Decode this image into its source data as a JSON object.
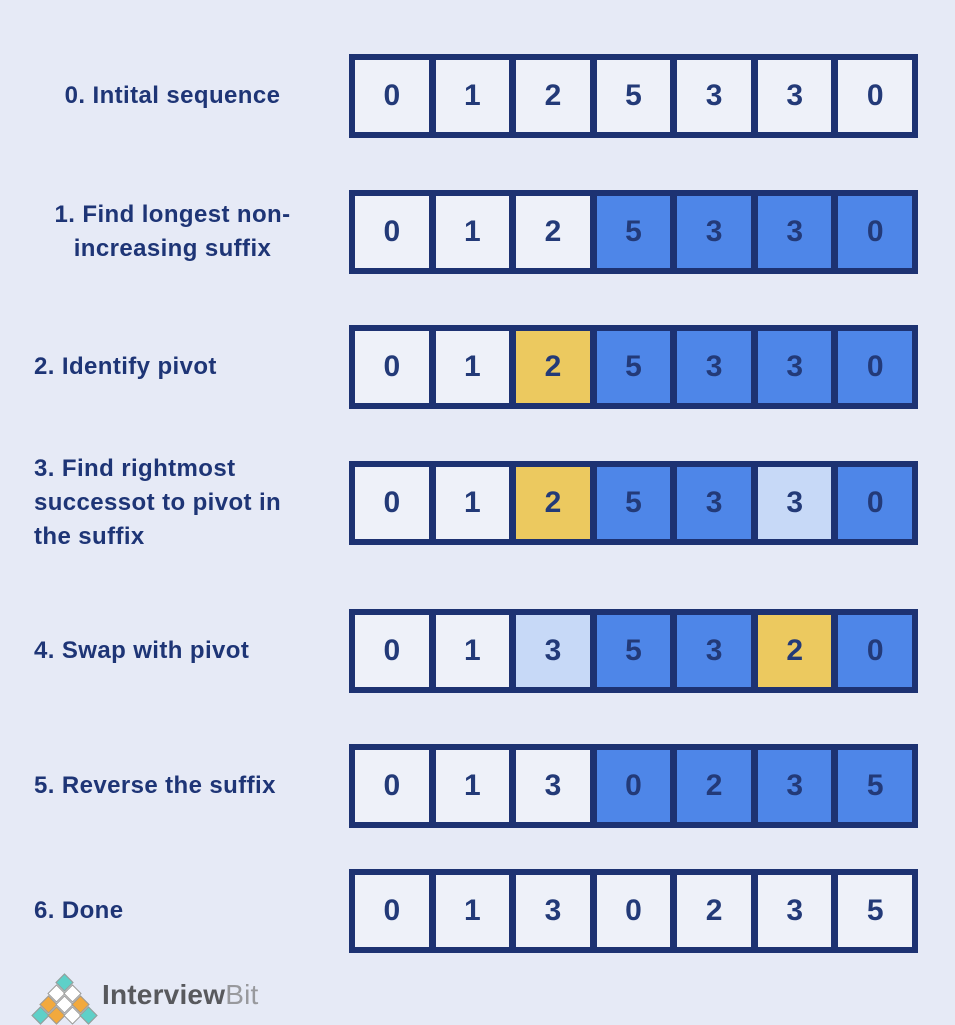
{
  "page": {
    "background": "#e6eaf6"
  },
  "colors": {
    "navy": "#1d3272",
    "digit": "#233a78",
    "label_text": "#1e3576",
    "cell_light": "#eef1f9",
    "cell_blue": "#4e86e8",
    "cell_pale_blue": "#c7d9f7",
    "cell_yellow": "#ecc95f"
  },
  "rows": [
    {
      "label": "0. Intital sequence",
      "values": [
        "0",
        "1",
        "2",
        "5",
        "3",
        "3",
        "0"
      ],
      "states": [
        "light",
        "light",
        "light",
        "light",
        "light",
        "light",
        "light"
      ]
    },
    {
      "label": "1. Find longest non-increasing suffix",
      "values": [
        "0",
        "1",
        "2",
        "5",
        "3",
        "3",
        "0"
      ],
      "states": [
        "light",
        "light",
        "light",
        "blue",
        "blue",
        "blue",
        "blue"
      ]
    },
    {
      "label": "2. Identify pivot",
      "values": [
        "0",
        "1",
        "2",
        "5",
        "3",
        "3",
        "0"
      ],
      "states": [
        "light",
        "light",
        "yellow",
        "blue",
        "blue",
        "blue",
        "blue"
      ]
    },
    {
      "label": "3. Find rightmost successot to pivot in the suffix",
      "values": [
        "0",
        "1",
        "2",
        "5",
        "3",
        "3",
        "0"
      ],
      "states": [
        "light",
        "light",
        "yellow",
        "blue",
        "blue",
        "pale",
        "blue"
      ]
    },
    {
      "label": "4. Swap with pivot",
      "values": [
        "0",
        "1",
        "3",
        "5",
        "3",
        "2",
        "0"
      ],
      "states": [
        "light",
        "light",
        "pale",
        "blue",
        "blue",
        "yellow",
        "blue"
      ]
    },
    {
      "label": "5. Reverse the suffix",
      "values": [
        "0",
        "1",
        "3",
        "0",
        "2",
        "3",
        "5"
      ],
      "states": [
        "light",
        "light",
        "light",
        "blue",
        "blue",
        "blue",
        "blue"
      ]
    },
    {
      "label": "6. Done",
      "values": [
        "0",
        "1",
        "3",
        "0",
        "2",
        "3",
        "5"
      ],
      "states": [
        "light",
        "light",
        "light",
        "light",
        "light",
        "light",
        "light"
      ]
    }
  ],
  "logo": {
    "brand_bold": "Interview",
    "brand_light": "Bit",
    "mark_colors": {
      "teal": "#5ed0c8",
      "orange": "#f2a93d",
      "white": "#ffffff",
      "outline": "#9b9b99"
    },
    "mark_rows": [
      [
        "teal"
      ],
      [
        "white",
        "white"
      ],
      [
        "orange",
        "white",
        "orange"
      ],
      [
        "teal",
        "orange",
        "white",
        "teal"
      ]
    ]
  }
}
